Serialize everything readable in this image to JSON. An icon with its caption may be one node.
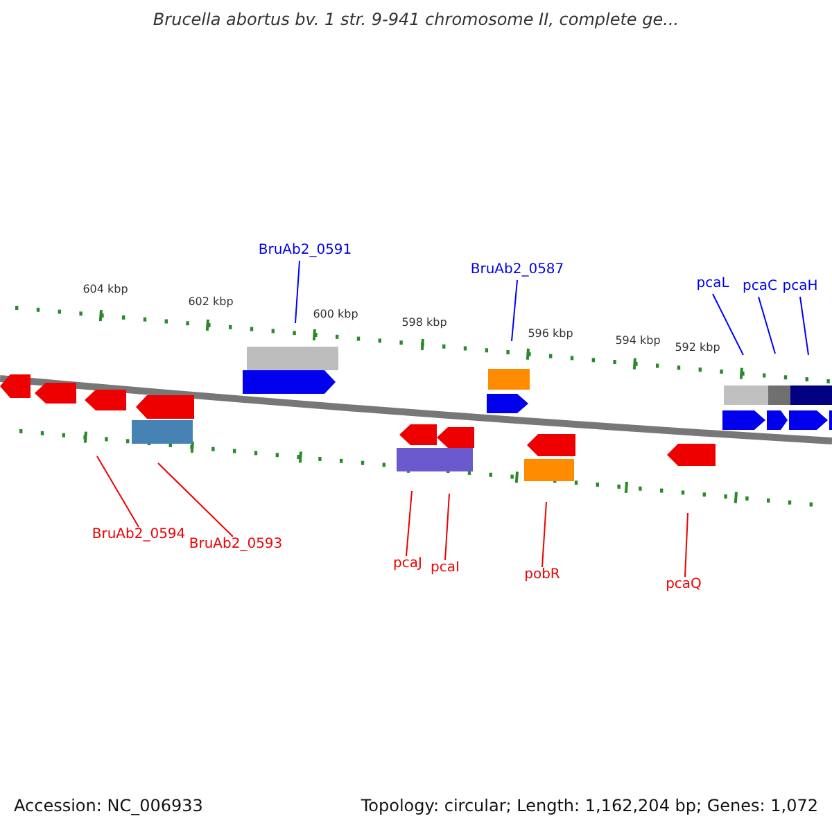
{
  "diagram": {
    "title": "Brucella abortus bv. 1 str. 9-941 chromosome II, complete ge...",
    "nodes": [
      {
        "text": [
          "BruAb2_0591"
        ]
      },
      {
        "text": [
          "BruAb2_0587"
        ]
      },
      {
        "text": [
          "pcaL"
        ]
      },
      {
        "text": [
          "pcaC"
        ]
      },
      {
        "text": [
          "pcaH"
        ]
      },
      {
        "text": [
          "BruAb2_0594"
        ]
      },
      {
        "text": [
          "BruAb2_0593"
        ]
      },
      {
        "text": [
          "pcaJ"
        ]
      },
      {
        "text": [
          "pcaI"
        ]
      },
      {
        "text": [
          "pobR"
        ]
      },
      {
        "text": [
          "pcaQ"
        ]
      }
    ],
    "edges": [
      {
        "from": 0,
        "to": null,
        "arrow": "none",
        "color": "#0000ff"
      },
      {
        "from": 1,
        "to": null,
        "arrow": "none",
        "color": "#0000ff"
      },
      {
        "from": 2,
        "to": null,
        "arrow": "none",
        "color": "#0000ff"
      },
      {
        "from": 3,
        "to": null,
        "arrow": "none",
        "color": "#0000ff"
      },
      {
        "from": 4,
        "to": null,
        "arrow": "none",
        "color": "#0000ff"
      },
      {
        "from": 5,
        "to": null,
        "arrow": "none"
      },
      {
        "from": 6,
        "to": null,
        "arrow": "none"
      },
      {
        "from": 7,
        "to": null,
        "arrow": "none"
      },
      {
        "from": 8,
        "to": null,
        "arrow": "none"
      },
      {
        "from": 9,
        "to": null,
        "arrow": "none"
      },
      {
        "from": 10,
        "to": null,
        "arrow": "none"
      }
    ],
    "labels": [
      "604 kbp",
      "602 kbp",
      "600 kbp",
      "598 kbp",
      "596 kbp",
      "594 kbp",
      "592 kbp",
      "Accession: NC_006933",
      "Topology: circular; Length: 1,162,204 bp; Genes: 1,072"
    ]
  }
}
